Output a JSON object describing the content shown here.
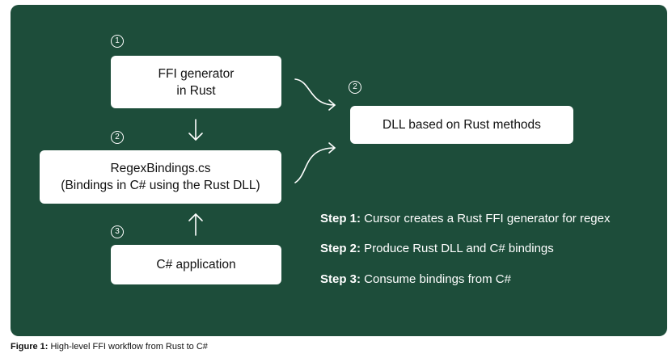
{
  "diagram": {
    "nodes": {
      "ffi_generator": {
        "lines": [
          "FFI generator",
          "in Rust"
        ]
      },
      "dll": {
        "lines": [
          "DLL based on Rust methods"
        ]
      },
      "bindings": {
        "lines": [
          "RegexBindings.cs",
          "(Bindings in C# using the Rust DLL)"
        ]
      },
      "csharp_app": {
        "lines": [
          "C# application"
        ]
      }
    },
    "badges": {
      "ffi_generator": "1",
      "dll": "2",
      "bindings": "2",
      "csharp_app": "3"
    },
    "steps": [
      {
        "label": "Step 1:",
        "text": " Cursor creates a Rust FFI generator for regex"
      },
      {
        "label": "Step 2:",
        "text": " Produce Rust DLL and C# bindings"
      },
      {
        "label": "Step 3:",
        "text": " Consume bindings from C#"
      }
    ],
    "edges": [
      {
        "from": "ffi_generator",
        "to": "dll"
      },
      {
        "from": "ffi_generator",
        "to": "bindings"
      },
      {
        "from": "bindings",
        "to": "dll"
      },
      {
        "from": "csharp_app",
        "to": "bindings"
      }
    ]
  },
  "caption": {
    "label": "Figure 1:",
    "text": " High-level FFI workflow from Rust to C#"
  },
  "colors": {
    "panel": "#1d4d3a",
    "box": "#ffffff",
    "text_on_panel": "#ffffff"
  }
}
